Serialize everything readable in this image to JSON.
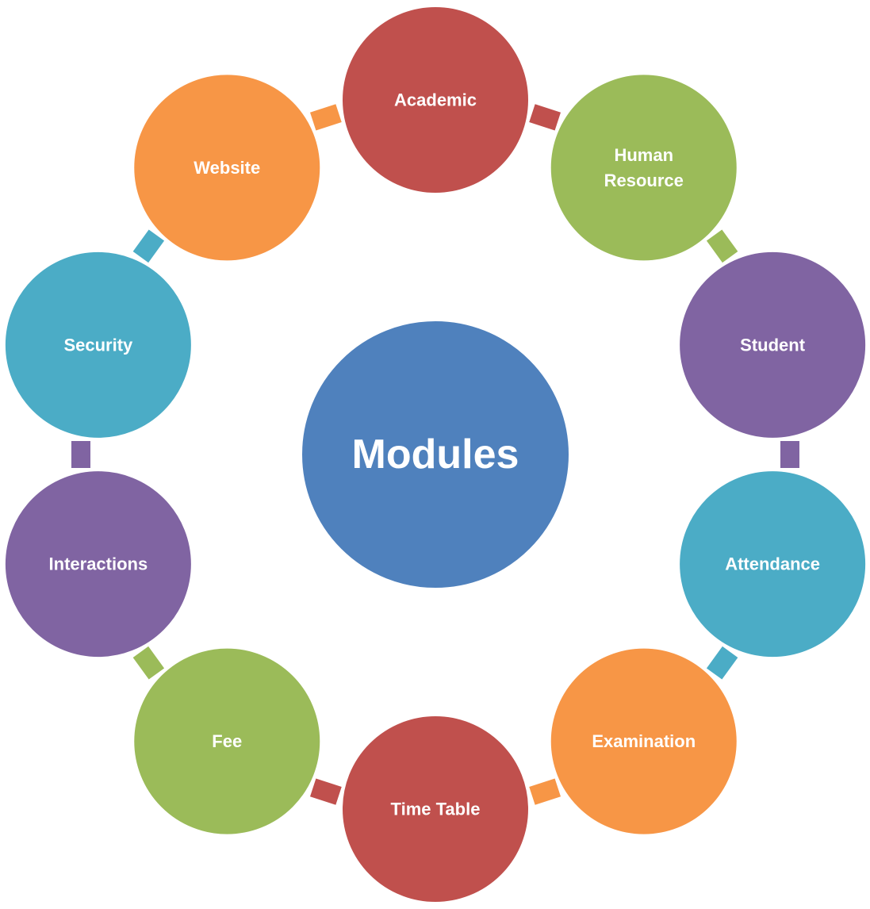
{
  "diagram": {
    "center": {
      "label": "Modules",
      "color": "#4f81bd"
    },
    "nodes": [
      {
        "id": "academic",
        "lines": [
          "Academic"
        ],
        "color": "#c0504d"
      },
      {
        "id": "human-resource",
        "lines": [
          "Human",
          "Resource"
        ],
        "color": "#9bbb59"
      },
      {
        "id": "student",
        "lines": [
          "Student"
        ],
        "color": "#8064a2"
      },
      {
        "id": "attendance",
        "lines": [
          "Attendance"
        ],
        "color": "#4bacc6"
      },
      {
        "id": "examination",
        "lines": [
          "Examination"
        ],
        "color": "#f79646"
      },
      {
        "id": "time-table",
        "lines": [
          "Time Table"
        ],
        "color": "#c0504d"
      },
      {
        "id": "fee",
        "lines": [
          "Fee"
        ],
        "color": "#9bbb59"
      },
      {
        "id": "interactions",
        "lines": [
          "Interactions"
        ],
        "color": "#8064a2"
      },
      {
        "id": "security",
        "lines": [
          "Security"
        ],
        "color": "#4bacc6"
      },
      {
        "id": "website",
        "lines": [
          "Website"
        ],
        "color": "#f79646"
      }
    ]
  }
}
